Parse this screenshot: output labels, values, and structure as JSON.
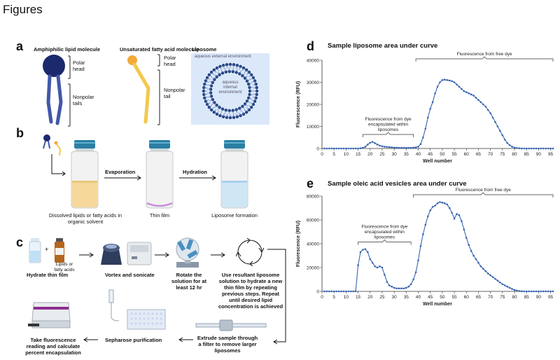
{
  "figure_title": "Figures",
  "panels": {
    "a": {
      "letter": "a",
      "lipid_title": "Amphiphilic lipid molecule",
      "lipid_head": "Polar\nhead",
      "lipid_tail": "Nonpolar\ntails",
      "fatty_title": "Unsaturated fatty acid molecule",
      "fatty_head": "Polar\nhead",
      "fatty_tail": "Nonpolar\ntail",
      "lipo_title": "Liposome",
      "lipo_outer": "aqueous external environment",
      "lipo_inner": "aqueous\ninternal\nenvironment"
    },
    "b": {
      "letter": "b",
      "evaporation": "Evaporation",
      "hydration": "Hydration",
      "vial1": "Dissolved lipids or fatty acids in\norganic solvent",
      "vial2": "Thin film",
      "vial3": "Liposome formation"
    },
    "c": {
      "letter": "c",
      "plus": "+",
      "lipids_label": "Lipids or\nfatty acids",
      "step1": "Hydrate thin film",
      "step2": "Vortex and sonicate",
      "step3": "Rotate the\nsolution for at\nleast 12 hr",
      "step4": "Use resultant liposome\nsolution to hydrate a new\nthin film by repeating\nprevious steps. Repeat\nuntil desired lipid\nconcentration is achieved",
      "step5": "Extrude sample through\na filter to remove larger\nliposomes",
      "step6": "Sepharose purification",
      "step7": "Take fluorescence\nreading and calculate\npercent encapsulation"
    },
    "d": {
      "letter": "d"
    },
    "e": {
      "letter": "e"
    }
  },
  "chart_data": [
    {
      "type": "line",
      "title": "Sample liposome area under curve",
      "xlabel": "Well number",
      "ylabel": "Fluorescence (RFU)",
      "xlim": [
        0,
        96
      ],
      "ylim": [
        0,
        40000
      ],
      "xticks": [
        0,
        5,
        10,
        15,
        20,
        25,
        30,
        35,
        40,
        45,
        50,
        55,
        60,
        65,
        70,
        75,
        80,
        85,
        90,
        95
      ],
      "yticks": [
        0,
        10000,
        20000,
        30000,
        40000
      ],
      "annotations": [
        {
          "text": "Fluorescence from dye\nencapsulated within\nliposomes",
          "range": [
            17,
            38
          ]
        },
        {
          "text": "Fluorescence from free dye",
          "range": [
            39,
            96
          ]
        }
      ],
      "series": [
        {
          "x": [
            1,
            2,
            3,
            4,
            5,
            6,
            7,
            8,
            9,
            10,
            11,
            12,
            13,
            14,
            15,
            16,
            17,
            18,
            19,
            20,
            21,
            22,
            23,
            24,
            25,
            26,
            27,
            28,
            29,
            30,
            31,
            32,
            33,
            34,
            35,
            36,
            37,
            38,
            39,
            40,
            41,
            42,
            43,
            44,
            45,
            46,
            47,
            48,
            49,
            50,
            51,
            52,
            53,
            54,
            55,
            56,
            57,
            58,
            59,
            60,
            61,
            62,
            63,
            64,
            65,
            66,
            67,
            68,
            69,
            70,
            71,
            72,
            73,
            74,
            75,
            76,
            77,
            78,
            79,
            80,
            81,
            82,
            83,
            84,
            85,
            86,
            87,
            88,
            89,
            90,
            91,
            92,
            93,
            94,
            95,
            96
          ],
          "y": [
            0,
            0,
            0,
            0,
            0,
            0,
            0,
            0,
            0,
            0,
            0,
            0,
            0,
            0,
            0,
            100,
            300,
            800,
            1800,
            2600,
            3000,
            2400,
            1800,
            1300,
            1000,
            800,
            700,
            600,
            500,
            400,
            400,
            300,
            300,
            300,
            300,
            300,
            300,
            400,
            500,
            800,
            2000,
            5000,
            9000,
            14000,
            18000,
            21000,
            25000,
            28000,
            30000,
            31000,
            31200,
            31000,
            30800,
            30500,
            30000,
            29000,
            28000,
            27000,
            26000,
            25500,
            25000,
            24500,
            24000,
            23000,
            22000,
            21000,
            20000,
            19000,
            17500,
            16000,
            14000,
            12000,
            10000,
            8000,
            6000,
            4000,
            2500,
            1500,
            800,
            400,
            200,
            100,
            0,
            0,
            0,
            0,
            0,
            0,
            0,
            0,
            0,
            0,
            0,
            0,
            0,
            0
          ]
        }
      ]
    },
    {
      "type": "line",
      "title": "Sample oleic acid vesicles area under curve",
      "xlabel": "Well number",
      "ylabel": "Fluorescence (RFU)",
      "xlim": [
        0,
        96
      ],
      "ylim": [
        0,
        80000
      ],
      "xticks": [
        0,
        5,
        10,
        15,
        20,
        25,
        30,
        35,
        40,
        45,
        50,
        55,
        60,
        65,
        70,
        75,
        80,
        85,
        90,
        95
      ],
      "yticks": [
        0,
        20000,
        40000,
        60000,
        80000
      ],
      "annotations": [
        {
          "text": "Fluorescence from dye\nencapsulated within\nliposomes",
          "range": [
            15,
            37
          ]
        },
        {
          "text": "Fluorescence from free dye",
          "range": [
            38,
            96
          ]
        }
      ],
      "series": [
        {
          "x": [
            1,
            2,
            3,
            4,
            5,
            6,
            7,
            8,
            9,
            10,
            11,
            12,
            13,
            14,
            15,
            16,
            17,
            18,
            19,
            20,
            21,
            22,
            23,
            24,
            25,
            26,
            27,
            28,
            29,
            30,
            31,
            32,
            33,
            34,
            35,
            36,
            37,
            38,
            39,
            40,
            41,
            42,
            43,
            44,
            45,
            46,
            47,
            48,
            49,
            50,
            51,
            52,
            53,
            54,
            55,
            56,
            57,
            58,
            59,
            60,
            61,
            62,
            63,
            64,
            65,
            66,
            67,
            68,
            69,
            70,
            71,
            72,
            73,
            74,
            75,
            76,
            77,
            78,
            79,
            80,
            81,
            82,
            83,
            84,
            85,
            86,
            87,
            88,
            89,
            90,
            91,
            92,
            93,
            94,
            95,
            96
          ],
          "y": [
            0,
            0,
            0,
            0,
            0,
            0,
            0,
            0,
            0,
            0,
            0,
            0,
            0,
            100,
            22000,
            33000,
            35000,
            35500,
            33000,
            27000,
            24000,
            21000,
            20000,
            21000,
            20000,
            14000,
            8000,
            5000,
            4000,
            3000,
            2500,
            2500,
            2500,
            2500,
            3000,
            4000,
            6000,
            10000,
            16000,
            26000,
            38000,
            48000,
            56000,
            63000,
            68000,
            71000,
            72000,
            74000,
            75000,
            74500,
            74000,
            73000,
            70000,
            66000,
            61000,
            65000,
            64000,
            59000,
            52000,
            45000,
            39000,
            34000,
            30000,
            27000,
            24000,
            21000,
            19000,
            17000,
            15000,
            13500,
            12000,
            10500,
            9000,
            7500,
            6000,
            5000,
            4000,
            3000,
            2000,
            1200,
            600,
            300,
            100,
            0,
            0,
            0,
            0,
            0,
            0,
            0,
            0,
            0,
            0,
            0,
            0,
            0
          ]
        }
      ]
    }
  ]
}
